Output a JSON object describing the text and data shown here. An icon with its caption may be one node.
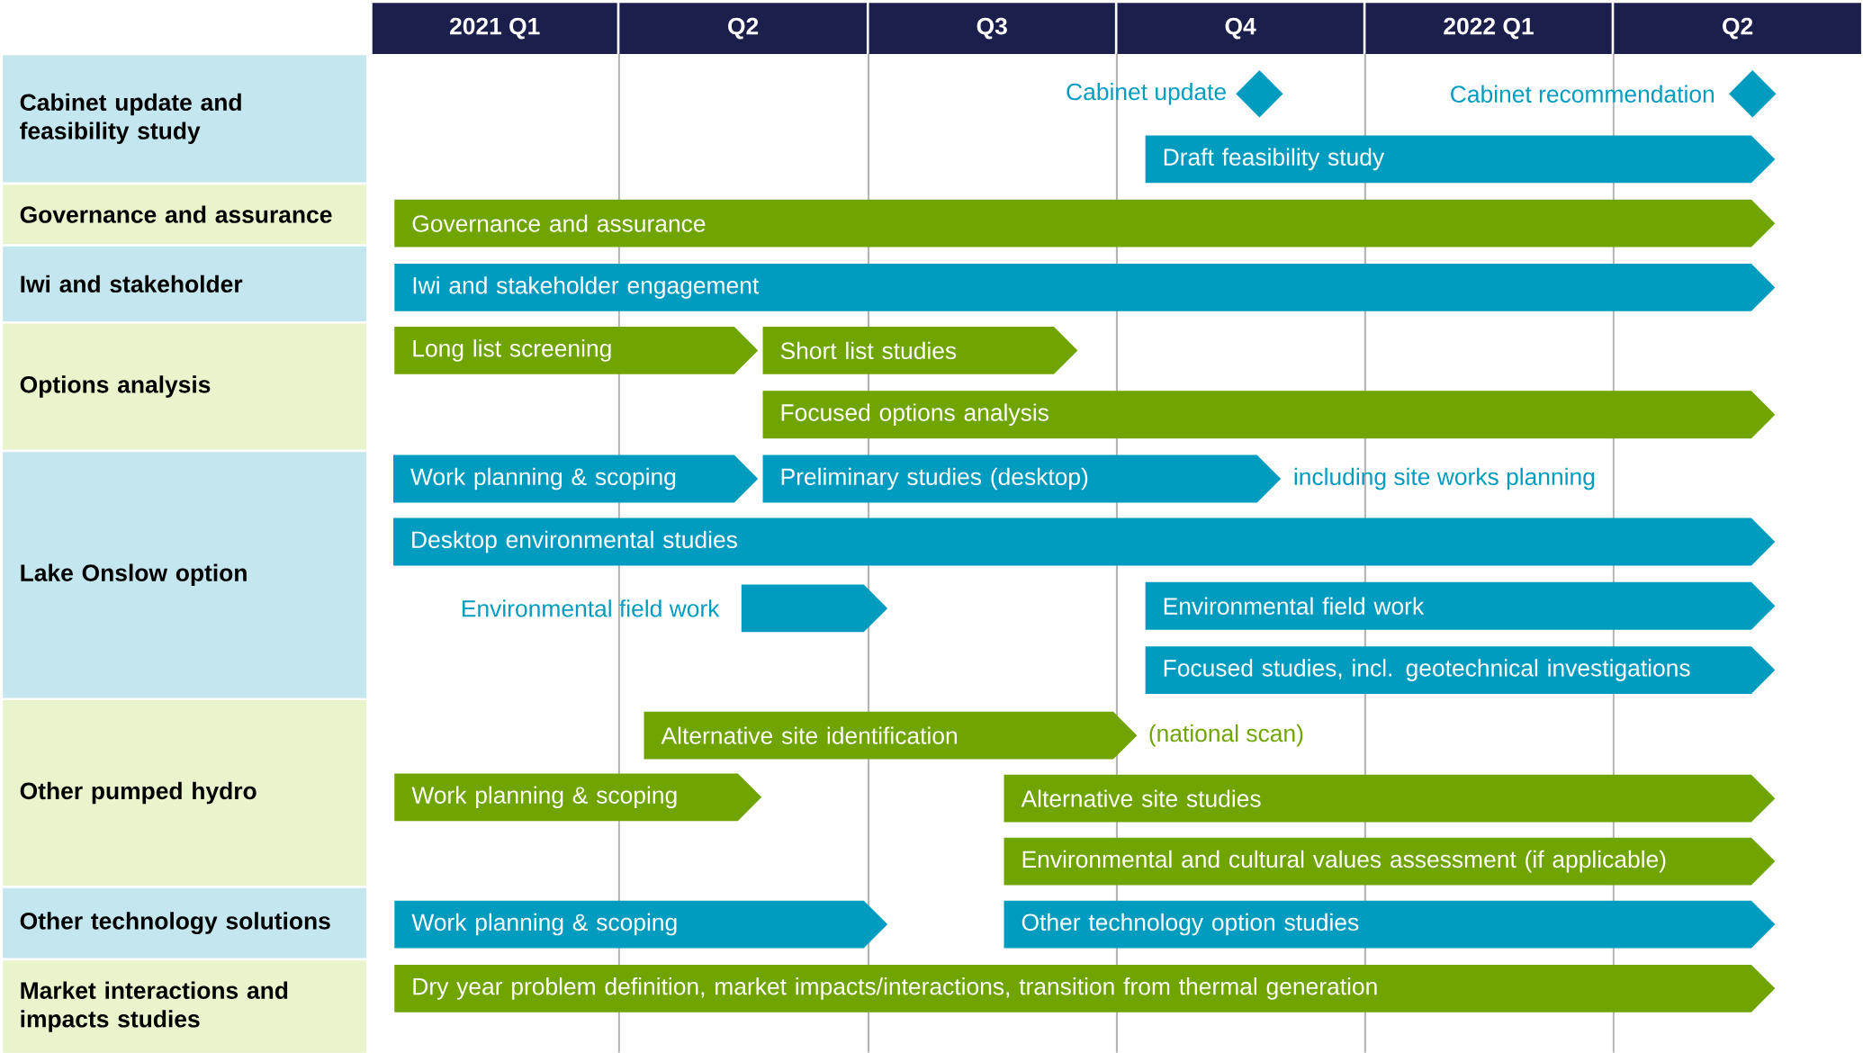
{
  "diagram": {
    "nodes": [
      {
        "text": [
          "2021 Q1"
        ]
      },
      {
        "text": [
          "Q2"
        ]
      },
      {
        "text": [
          "Q3"
        ]
      },
      {
        "text": [
          "Q4"
        ]
      },
      {
        "text": [
          "2022 Q1"
        ]
      },
      {
        "text": [
          "Q2"
        ]
      },
      {
        "text": [
          "Cabinet update and feasibility study"
        ]
      },
      {
        "text": [
          "Governance and assurance"
        ]
      },
      {
        "text": [
          "Iwi and stakeholder"
        ]
      },
      {
        "text": [
          "Options analysis"
        ]
      },
      {
        "text": [
          "Lake Onslow option"
        ]
      },
      {
        "text": [
          "Other pumped hydro"
        ]
      },
      {
        "text": [
          "Other technology solutions"
        ]
      },
      {
        "text": [
          "Market interactions and impacts studies"
        ]
      },
      {
        "text": [],
        "shape": "diamond",
        "beside": [
          "Cabinet update"
        ]
      },
      {
        "text": [],
        "shape": "diamond",
        "beside": [
          "Cabinet recommendation"
        ]
      },
      {
        "text": [
          "Draft feasibility study"
        ]
      },
      {
        "text": [
          "Governance and assurance"
        ]
      },
      {
        "text": [
          "Iwi and stakeholder engagement"
        ]
      },
      {
        "text": [
          "Long list screening"
        ]
      },
      {
        "text": [
          "Short list studies"
        ]
      },
      {
        "text": [
          "Focused options analysis"
        ]
      },
      {
        "text": [
          "Work planning & scoping"
        ]
      },
      {
        "text": [
          "Preliminary studies (desktop)"
        ],
        "beside": [
          "including site works planning"
        ]
      },
      {
        "text": [
          "Desktop environmental studies"
        ]
      },
      {
        "text": [],
        "shape": "bar",
        "beside": [
          "Environmental field work"
        ]
      },
      {
        "text": [
          "Environmental field work"
        ]
      },
      {
        "text": [
          "Focused studies, incl. geotechnical investigations"
        ]
      },
      {
        "text": [
          "Alternative site identification"
        ],
        "beside": [
          "(national scan)"
        ]
      },
      {
        "text": [
          "Work planning & scoping"
        ]
      },
      {
        "text": [
          "Alternative site studies"
        ]
      },
      {
        "text": [
          "Environmental and cultural values assessment (if applicable)"
        ]
      },
      {
        "text": [
          "Work planning & scoping"
        ]
      },
      {
        "text": [
          "Other technology option studies"
        ]
      },
      {
        "text": [
          "Dry year problem definition, market impacts/interactions, transition from thermal generation"
        ]
      }
    ]
  }
}
